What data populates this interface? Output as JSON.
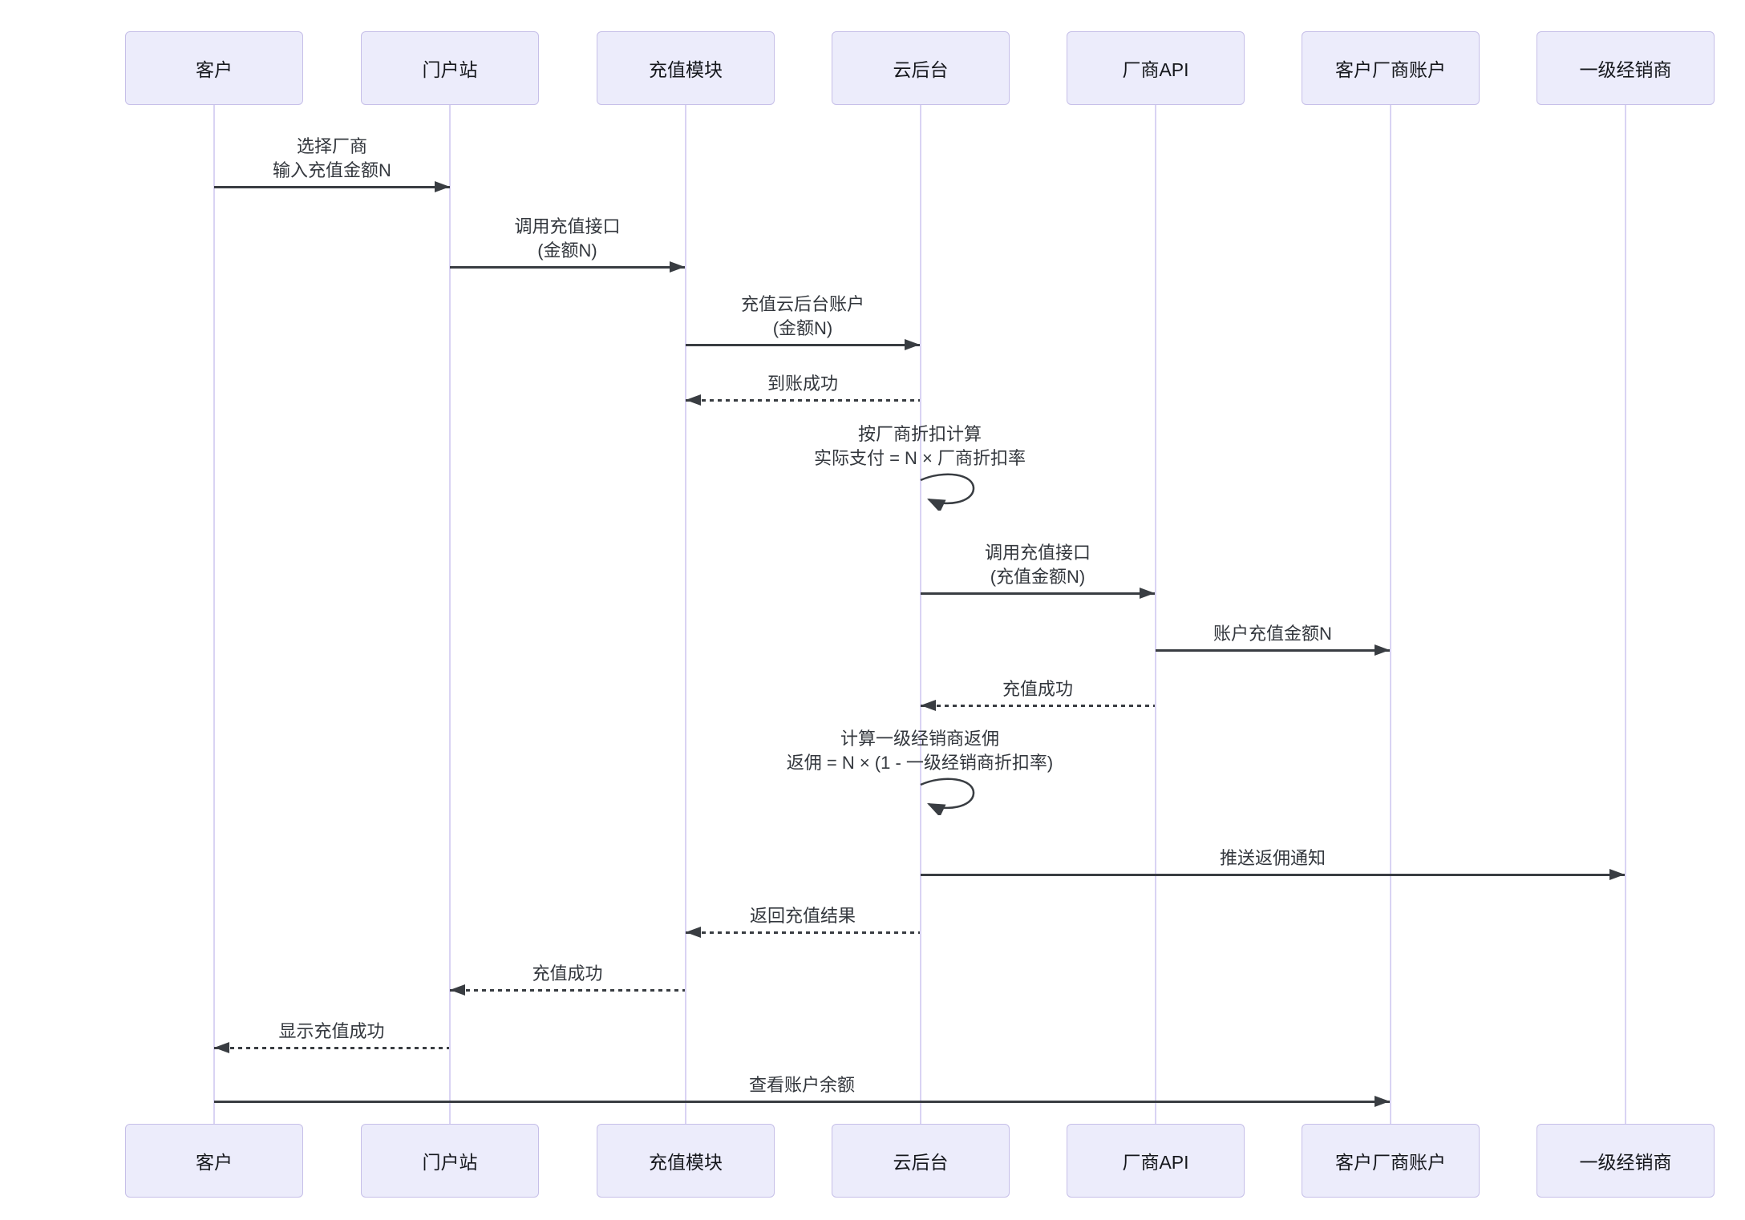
{
  "diagram": {
    "type": "sequence",
    "actors": [
      {
        "label": "客户"
      },
      {
        "label": "门户站"
      },
      {
        "label": "充值模块"
      },
      {
        "label": "云后台"
      },
      {
        "label": "厂商API"
      },
      {
        "label": "客户厂商账户"
      },
      {
        "label": "一级经销商"
      }
    ],
    "messages": [
      {
        "from": "客户",
        "to": "门户站",
        "style": "solid",
        "lines": [
          "选择厂商",
          "输入充值金额N"
        ]
      },
      {
        "from": "门户站",
        "to": "充值模块",
        "style": "solid",
        "lines": [
          "调用充值接口",
          "(金额N)"
        ]
      },
      {
        "from": "充值模块",
        "to": "云后台",
        "style": "solid",
        "lines": [
          "充值云后台账户",
          "(金额N)"
        ]
      },
      {
        "from": "云后台",
        "to": "充值模块",
        "style": "dashed",
        "lines": [
          "到账成功"
        ]
      },
      {
        "from": "云后台",
        "to": "云后台",
        "style": "self",
        "lines": [
          "按厂商折扣计算",
          "实际支付 = N × 厂商折扣率"
        ]
      },
      {
        "from": "云后台",
        "to": "厂商API",
        "style": "solid",
        "lines": [
          "调用充值接口",
          "(充值金额N)"
        ]
      },
      {
        "from": "厂商API",
        "to": "客户厂商账户",
        "style": "solid",
        "lines": [
          "账户充值金额N"
        ]
      },
      {
        "from": "厂商API",
        "to": "云后台",
        "style": "dashed",
        "lines": [
          "充值成功"
        ]
      },
      {
        "from": "云后台",
        "to": "云后台",
        "style": "self",
        "lines": [
          "计算一级经销商返佣",
          "返佣 = N × (1 - 一级经销商折扣率)"
        ]
      },
      {
        "from": "云后台",
        "to": "一级经销商",
        "style": "solid",
        "lines": [
          "推送返佣通知"
        ]
      },
      {
        "from": "云后台",
        "to": "充值模块",
        "style": "dashed",
        "lines": [
          "返回充值结果"
        ]
      },
      {
        "from": "充值模块",
        "to": "门户站",
        "style": "dashed",
        "lines": [
          "充值成功"
        ]
      },
      {
        "from": "门户站",
        "to": "客户",
        "style": "dashed",
        "lines": [
          "显示充值成功"
        ]
      },
      {
        "from": "客户",
        "to": "客户厂商账户",
        "style": "solid",
        "lines": [
          "查看账户余额"
        ]
      }
    ],
    "colors": {
      "background": "#ffffff",
      "actor_fill": "#ececfb",
      "actor_border": "#c6bfe8",
      "lifeline": "#d9d3f3",
      "arrow": "#393d42",
      "text": "#33373d"
    }
  }
}
